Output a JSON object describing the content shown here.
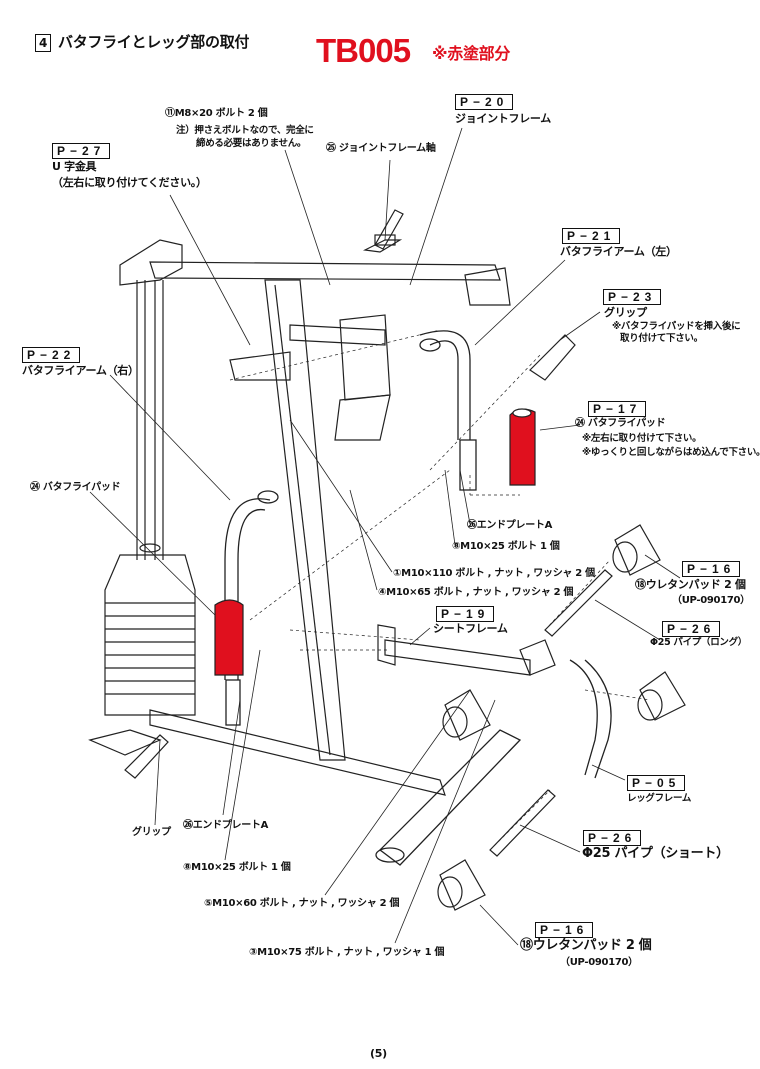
{
  "header": {
    "step_number": "4",
    "title": "バタフライとレッグ部の取付",
    "model": "TB005",
    "red_note": "※赤塗部分",
    "accent_color": "#e0101e"
  },
  "labels": {
    "p20": {
      "code": "P−20",
      "name": "ジョイントフレーム"
    },
    "bolt11": {
      "name": "⑪M8×20 ボルト 2 個",
      "note1": "注）押さえボルトなので、完全に",
      "note2": "締める必要はありません。"
    },
    "shaft25": {
      "name": "㉕ ジョイントフレーム軸"
    },
    "p27": {
      "code": "P−27",
      "name": "U 字金具",
      "note": "（左右に取り付けてください。）"
    },
    "p21": {
      "code": "P−21",
      "name": "バタフライアーム（左）"
    },
    "p23": {
      "code": "P−23",
      "name": "グリップ",
      "note1": "※バタフライパッドを挿入後に",
      "note2": "取り付けて下さい。"
    },
    "p17": {
      "code": "P−17",
      "name": "㉔ バタフライパッド",
      "note1": "※左右に取り付けて下さい。",
      "note2": "※ゆっくりと回しながらはめ込んで下さい。"
    },
    "p22": {
      "code": "P−22",
      "name": "バタフライアーム（右）"
    },
    "pad24_left": "㉔ バタフライパッド",
    "endplate_right": "㉖エンドプレートA",
    "bolt8_right": "⑧M10×25 ボルト 1 個",
    "bolt1": "①M10×110 ボルト , ナット , ワッシャ 2 個",
    "bolt4": "④M10×65 ボルト , ナット , ワッシャ 2 個",
    "p16_top": {
      "code": "P−16",
      "name": "⑱ウレタンパッド 2 個",
      "part": "（UP-090170）"
    },
    "p19": {
      "code": "P−19",
      "name": "シートフレーム"
    },
    "p26_long": {
      "code": "P−26",
      "name": "Φ25 パイプ（ロング）"
    },
    "p05": {
      "code": "P−05",
      "name": "レッグフレーム"
    },
    "p26_short": {
      "code": "P−26",
      "name": "Φ25 パイプ（ショート）"
    },
    "p16_bottom": {
      "code": "P−16",
      "name": "⑱ウレタンパッド 2 個",
      "part": "（UP-090170）"
    },
    "grip_left": "グリップ",
    "endplate_left": "㉖エンドプレートA",
    "bolt8_left": "⑧M10×25 ボルト 1 個",
    "bolt5": "⑤M10×60 ボルト , ナット , ワッシャ 2 個",
    "bolt3": "③M10×75 ボルト , ナット , ワッシャ 1 個"
  },
  "footer": {
    "page_number": "(5)"
  }
}
